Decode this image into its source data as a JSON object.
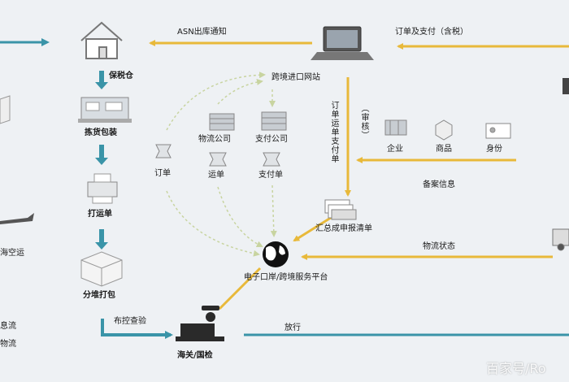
{
  "labels": {
    "asn": "ASN出库通知",
    "order_payment": "订单及支付（含税）",
    "bonded": "保税仓",
    "picking": "拣货包装",
    "print_waybill": "打运单",
    "split_pack": "分堆打包",
    "inspection": "布控查验",
    "customs": "海关/国检",
    "sea_air": "海空运",
    "info_flow": "息流",
    "logistics_flow": "物流",
    "cb_site": "跨境进口网站",
    "logistics_co": "物流公司",
    "payment_co": "支付公司",
    "order": "订单",
    "waybill": "运单",
    "payment_slip": "支付单",
    "vertical_docs": "订单运单支付单",
    "audit": "（审核）",
    "enterprise": "企业",
    "goods": "商品",
    "identity": "身份",
    "filing_info": "备案信息",
    "summary_declare": "汇总成申报清单",
    "logistics_status": "物流状态",
    "e_port": "电子口岸/跨境服务平台",
    "release": "放行"
  },
  "watermark": "百家号/Ro",
  "colors": {
    "gold": "#e8b93a",
    "teal": "#3a94a8",
    "gray": "#8a8a8a",
    "dashed": "#c8d4a0"
  }
}
